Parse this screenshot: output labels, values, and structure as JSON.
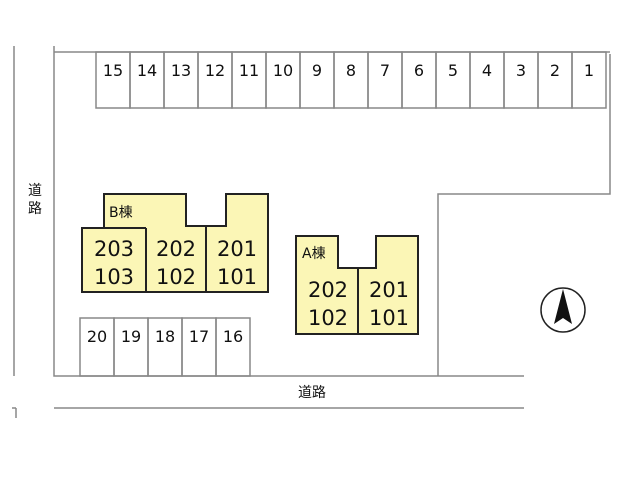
{
  "map": {
    "road_left_label": [
      "道",
      "路"
    ],
    "road_bottom_label": "道路",
    "parking_top": [
      "15",
      "14",
      "13",
      "12",
      "11",
      "10",
      "9",
      "8",
      "7",
      "6",
      "5",
      "4",
      "3",
      "2",
      "1"
    ],
    "parking_bottom": [
      "20",
      "19",
      "18",
      "17",
      "16"
    ],
    "building_b": {
      "label": "B棟",
      "units_upper": [
        "203",
        "202",
        "201"
      ],
      "units_lower": [
        "103",
        "102",
        "101"
      ]
    },
    "building_a": {
      "label": "A棟",
      "units_upper": [
        "202",
        "201"
      ],
      "units_lower": [
        "102",
        "101"
      ]
    },
    "north_icon": "north-arrow-icon",
    "colors": {
      "building_fill": "#fbf6b6",
      "outline": "#222222",
      "line": "#888888"
    }
  }
}
